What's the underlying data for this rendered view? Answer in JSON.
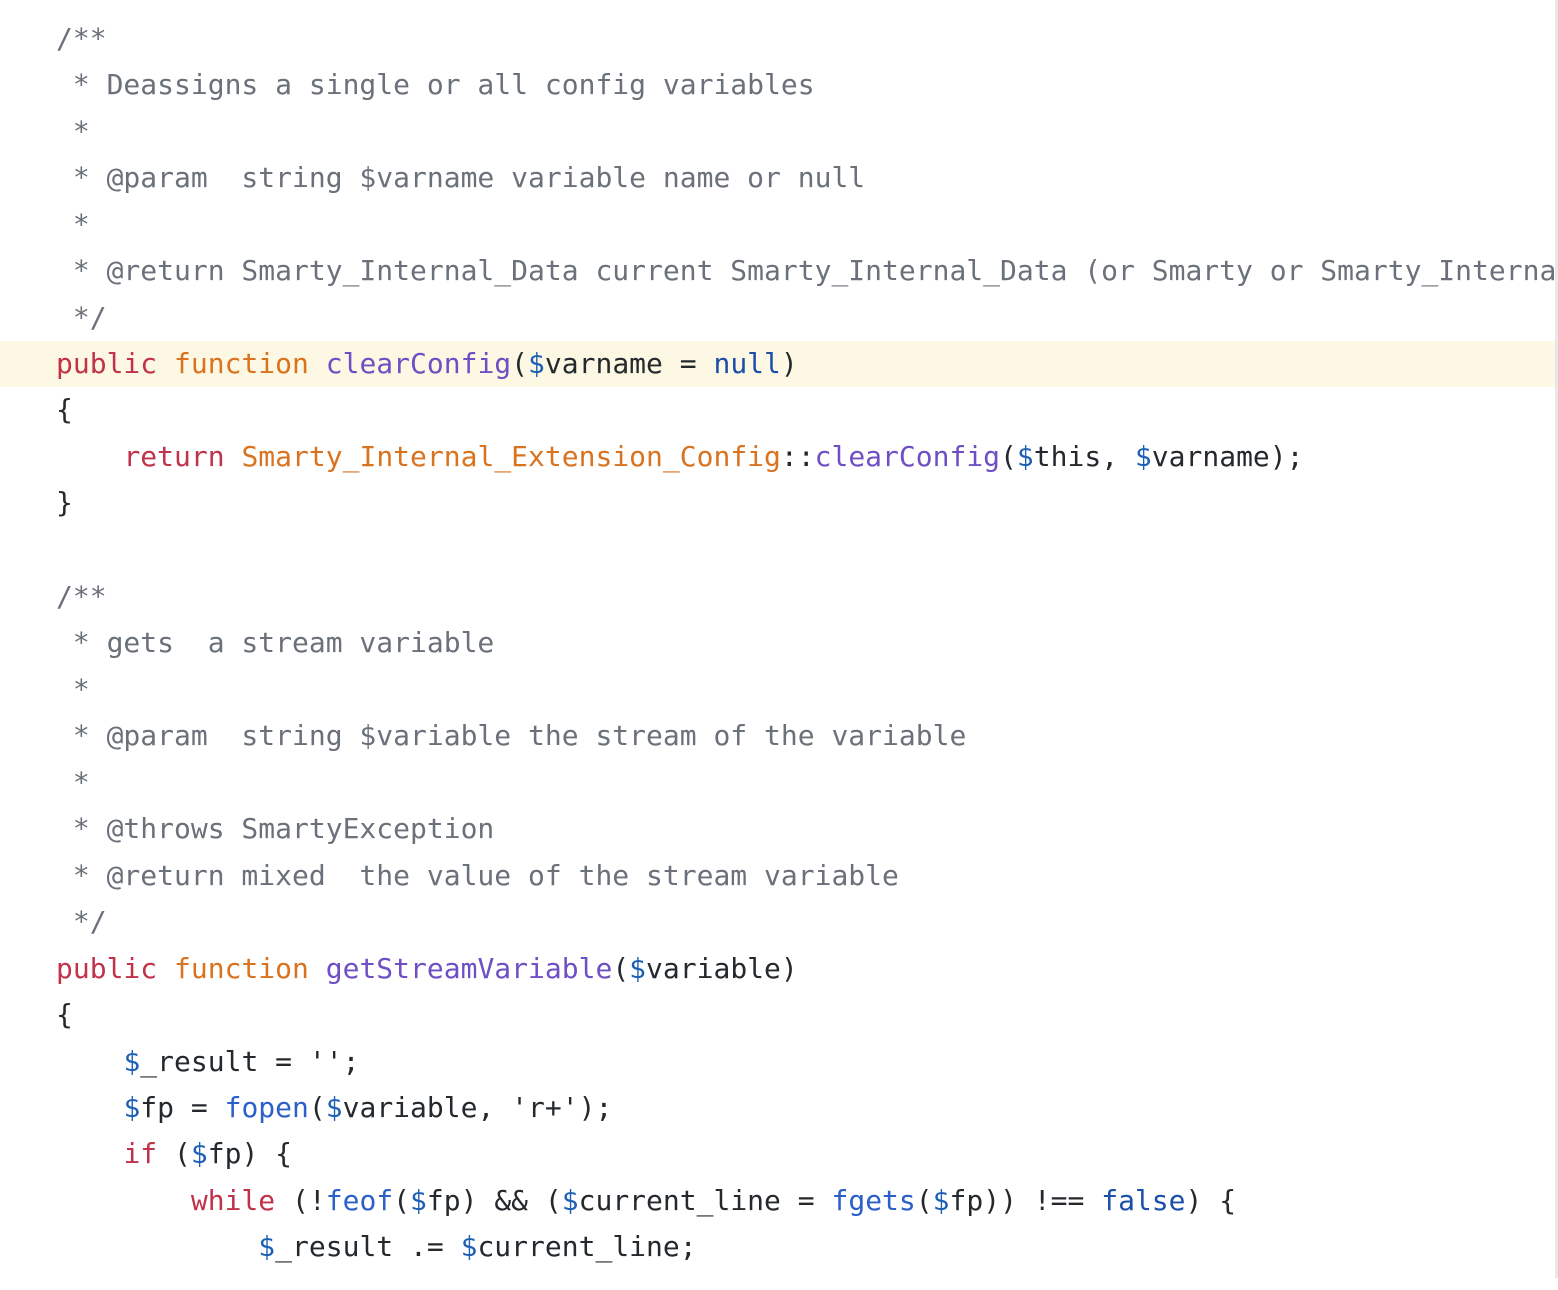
{
  "editor": {
    "language": "php",
    "highlighted_line": "public function clearConfig($varname = null)",
    "lines": [
      "/**",
      " * Deassigns a single or all config variables",
      " *",
      " * @param  string $varname variable name or null",
      " *",
      " * @return Smarty_Internal_Data current Smarty_Internal_Data (or Smarty or Smarty_Interna",
      " */",
      "public function clearConfig($varname = null)",
      "{",
      "    return Smarty_Internal_Extension_Config::clearConfig($this, $varname);",
      "}",
      "",
      "/**",
      " * gets  a stream variable",
      " *",
      " * @param  string $variable the stream of the variable",
      " *",
      " * @throws SmartyException",
      " * @return mixed  the value of the stream variable",
      " */",
      "public function getStreamVariable($variable)",
      "{",
      "    $_result = '';",
      "    $fp = fopen($variable, 'r+');",
      "    if ($fp) {",
      "        while (!feof($fp) && ($current_line = fgets($fp)) !== false) {",
      "            $_result .= $current_line;"
    ]
  },
  "tokens": {
    "comment_open": "/**",
    "comment_close": " */",
    "star": " *",
    "doc1_desc": " * Deassigns a single or all config variables",
    "doc1_param": " * @param  string $varname variable name or null",
    "doc1_return": " * @return Smarty_Internal_Data current Smarty_Internal_Data (or Smarty or Smarty_Interna",
    "doc2_desc": " * gets  a stream variable",
    "doc2_param": " * @param  string $variable the stream of the variable",
    "doc2_throws": " * @throws SmartyException",
    "doc2_return": " * @return mixed  the value of the stream variable",
    "kw_public": "public",
    "kw_function": "function",
    "kw_return": "return",
    "kw_if": "if",
    "kw_while": "while",
    "fn_clearConfig": "clearConfig",
    "fn_getStreamVariable": "getStreamVariable",
    "class_ext": "Smarty_Internal_Extension_Config",
    "builtin_fopen": "fopen",
    "builtin_feof": "feof",
    "builtin_fgets": "fgets",
    "lit_null": "null",
    "lit_false": "false",
    "brace_open": "{",
    "brace_close": "}"
  },
  "colors": {
    "comment": "#6b717a",
    "keyword": "#c0334a",
    "function_keyword": "#d9731f",
    "method": "#6f4fc4",
    "variable_sigil": "#1c5fb5",
    "literal": "#1c4fa8",
    "builtin": "#2b60c9",
    "highlight_background": "#fdf8e3"
  }
}
